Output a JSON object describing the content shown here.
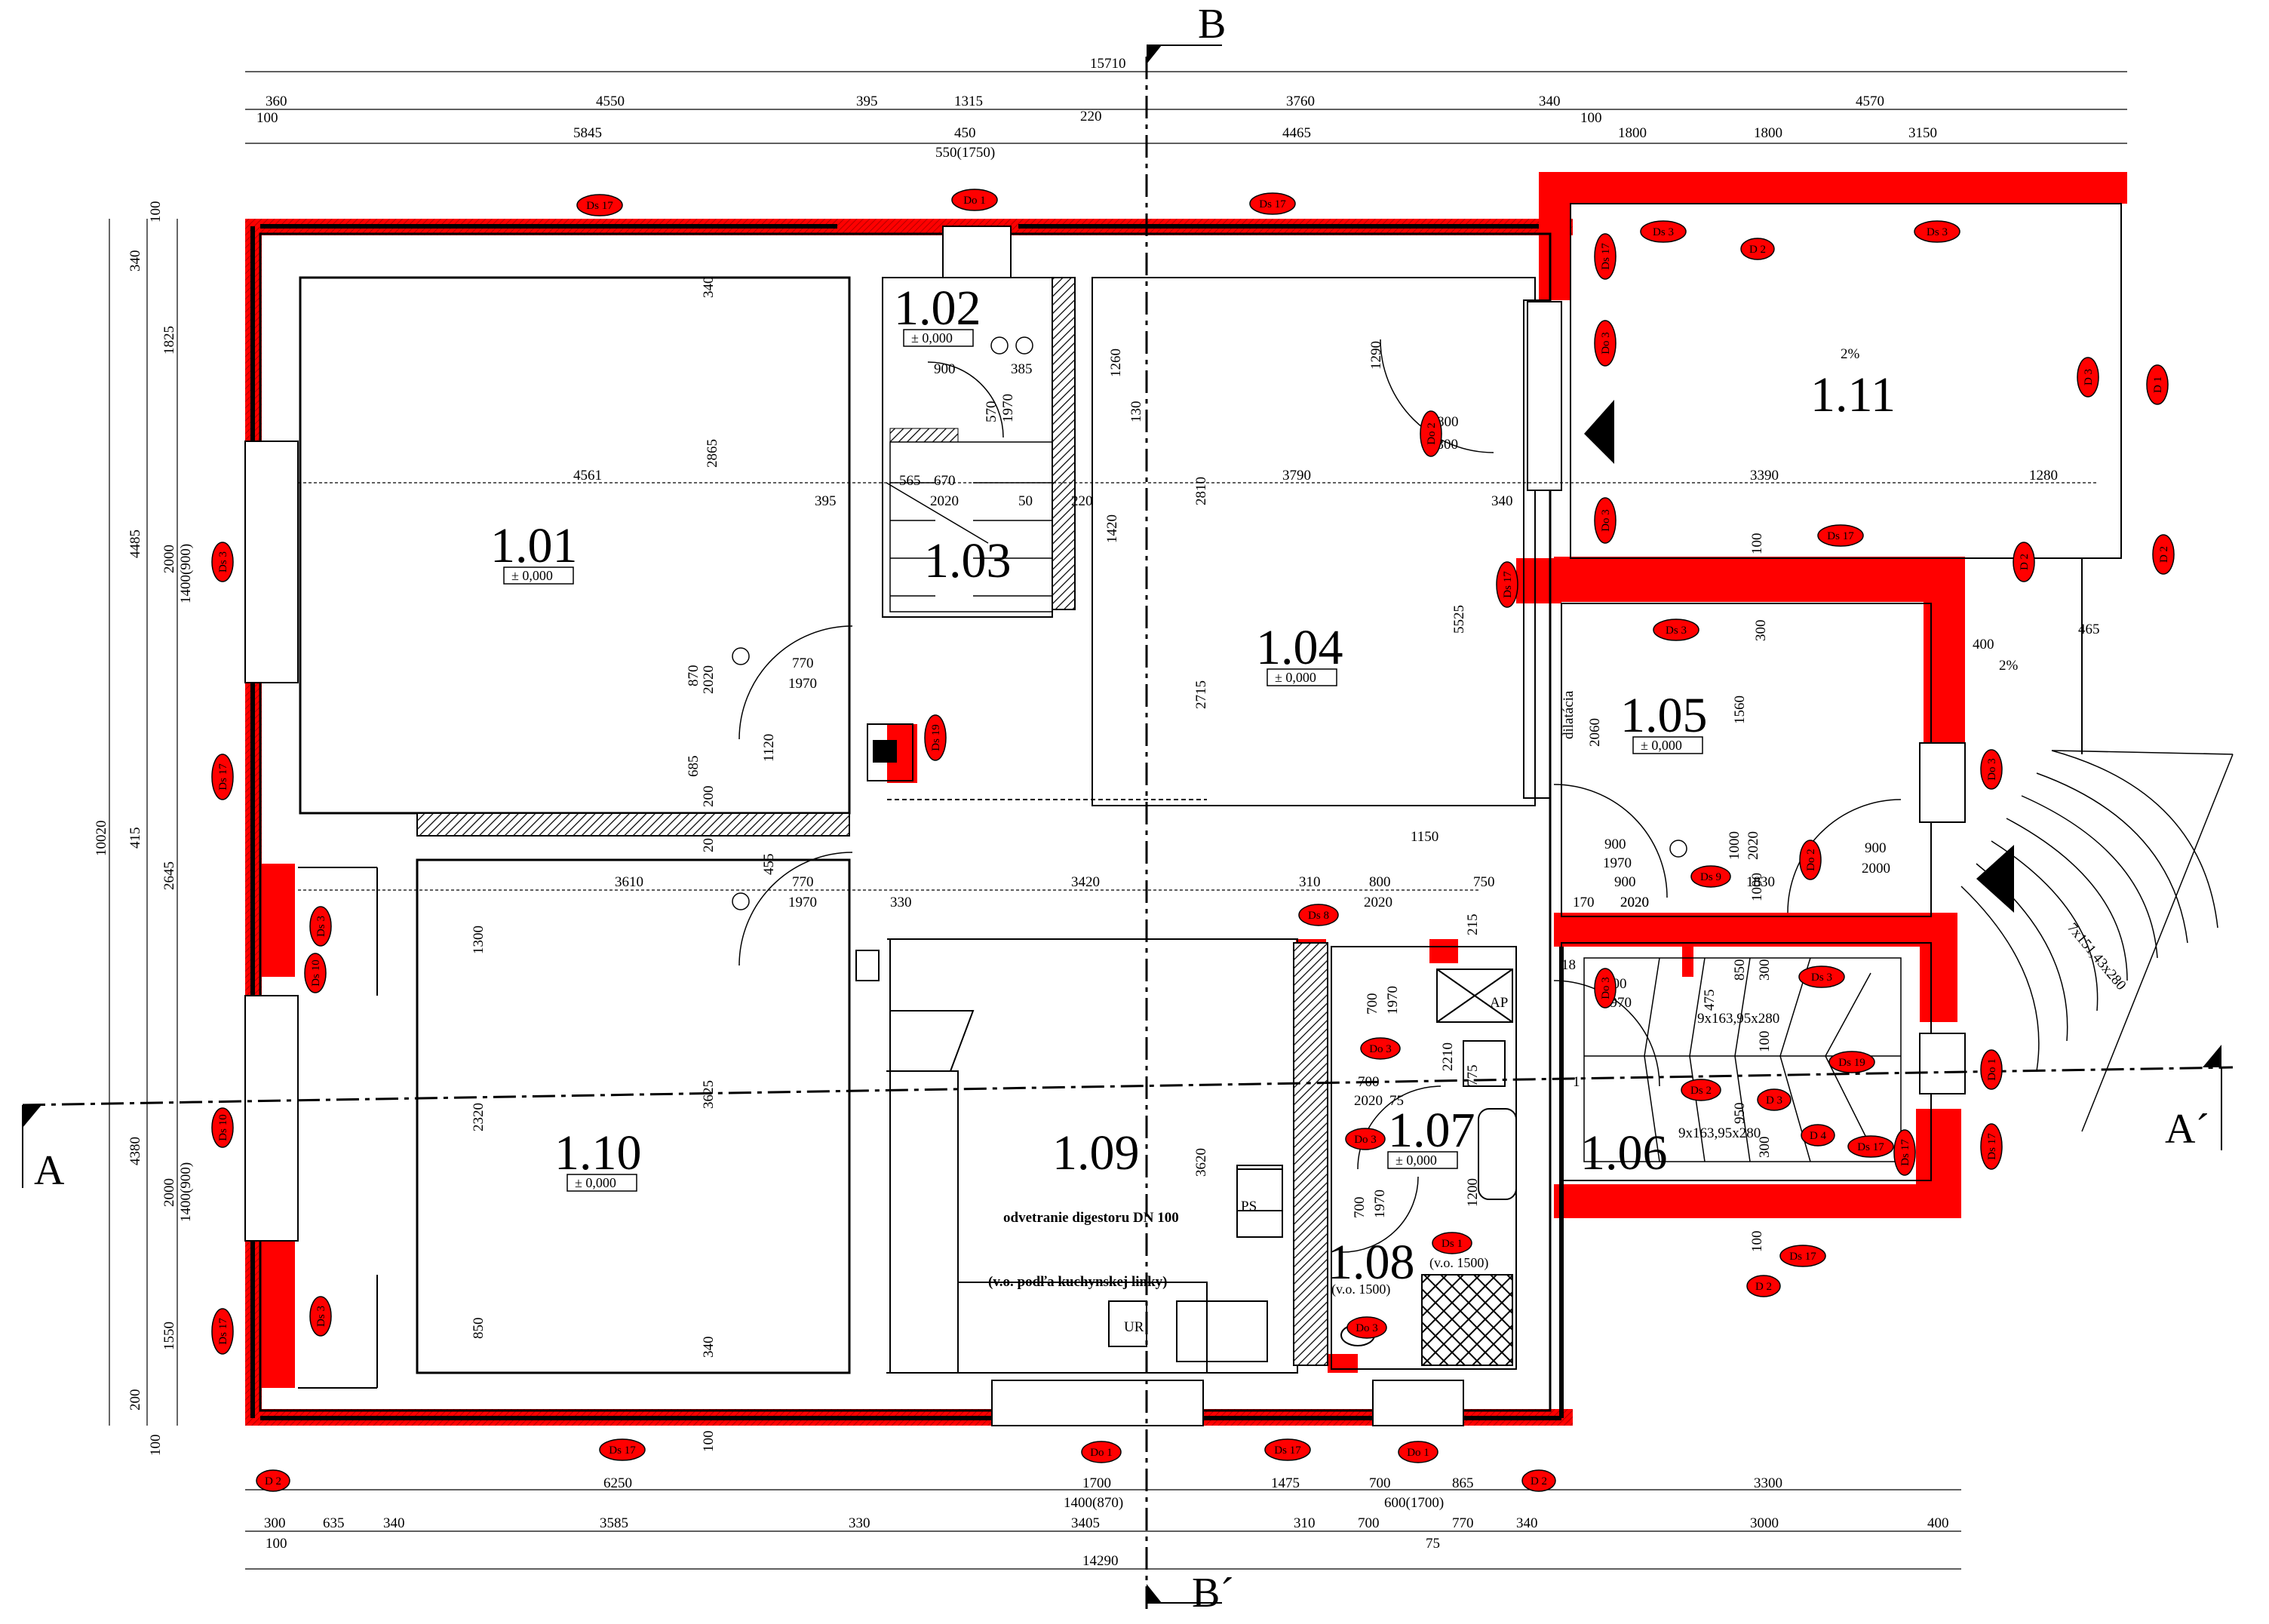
{
  "section_marks": {
    "b_top": "B",
    "b_bottom": "B´",
    "a_left": "A",
    "a_right": "A´"
  },
  "rooms": [
    {
      "id": "101",
      "label": "1.01",
      "level": "± 0,000"
    },
    {
      "id": "102",
      "label": "1.02",
      "level": "± 0,000"
    },
    {
      "id": "103",
      "label": "1.03"
    },
    {
      "id": "104",
      "label": "1.04",
      "level": "± 0,000"
    },
    {
      "id": "105",
      "label": "1.05",
      "level": "± 0,000"
    },
    {
      "id": "106",
      "label": "1.06"
    },
    {
      "id": "107",
      "label": "1.07",
      "level": "± 0,000"
    },
    {
      "id": "108",
      "label": "1.08",
      "level": "(v.o. 1500)"
    },
    {
      "id": "109",
      "label": "1.09"
    },
    {
      "id": "110",
      "label": "1.10",
      "level": "± 0,000"
    },
    {
      "id": "111",
      "label": "1.11"
    }
  ],
  "notes": {
    "hood": "odvetranie digestoru DN 100",
    "kitchen": "(v.o. podľa kuchynskej linky)",
    "dilatation": "dilatácia",
    "ur": "UR",
    "ps": "PS",
    "ap": "AP",
    "v1500": "(v.o. 1500)",
    "slope1": "2%",
    "slope2": "2%",
    "stair1": "9x163,95x280",
    "stair2": "9x163,95x280",
    "ramp": "7x151,43x280"
  },
  "dims_top": {
    "overall": "15710",
    "r1": [
      "360",
      "4550",
      "395",
      "1315",
      "220",
      "3760",
      "340",
      "4570"
    ],
    "r1b": [
      "100",
      "100"
    ],
    "r2": [
      "5845",
      "450",
      "4465",
      "1800",
      "3150"
    ],
    "r3": "550(1750)"
  },
  "dims_bottom": {
    "r1": [
      "6250",
      "1700",
      "1475",
      "700",
      "865",
      "3300"
    ],
    "r1b": "1400(870)",
    "r1c": "600(1700)",
    "r2": [
      "300",
      "635",
      "340",
      "3585",
      "330",
      "3405",
      "310",
      "700",
      "770",
      "340",
      "3000",
      "400"
    ],
    "r2b": [
      "100",
      "75"
    ],
    "overall": "14290"
  },
  "dims_left": {
    "overall": "10020",
    "r1": [
      "100",
      "340",
      "1825",
      "4485",
      "415",
      "4380",
      "200",
      "100"
    ],
    "r2": [
      "2000",
      "1400(900)",
      "2645",
      "2000",
      "1400(900)",
      "1550"
    ]
  },
  "dims_inner": [
    "4561",
    "3790",
    "3390",
    "1280",
    "3610",
    "3420",
    "2865",
    "870",
    "2020",
    "685",
    "200",
    "20",
    "455",
    "3625",
    "1300",
    "2320",
    "850",
    "340",
    "100",
    "340",
    "2810",
    "2715",
    "3620",
    "5525",
    "1260",
    "130",
    "1420",
    "1290",
    "800",
    "2300",
    "900",
    "385",
    "570",
    "1970",
    "565",
    "670",
    "2020",
    "50",
    "220",
    "395",
    "340",
    "770",
    "1970",
    "1120",
    "770",
    "1970",
    "330",
    "310",
    "800",
    "2020",
    "750",
    "1150",
    "215",
    "700",
    "1970",
    "2210",
    "775",
    "700",
    "2020",
    "75",
    "700",
    "1970",
    "1200",
    "1000",
    "2020",
    "1560",
    "2060",
    "900",
    "1970",
    "900",
    "2020",
    "1830",
    "900",
    "2000",
    "170",
    "2020",
    "18",
    "700",
    "1970",
    "475",
    "850",
    "300",
    "100",
    "950",
    "300",
    "1800",
    "465",
    "400",
    "300",
    "1000",
    "100",
    "100",
    "1"
  ],
  "tags": [
    "Ds 17",
    "Do 1",
    "Ds 17",
    "Ds 3",
    "Ds 3",
    "D 2",
    "Ds 17",
    "Do 3",
    "Do 2",
    "Do 3",
    "D 3",
    "D 1",
    "Ds 17",
    "D 2",
    "D 2",
    "Ds 17",
    "Ds 3",
    "Ds 19",
    "Ds 17",
    "Ds 3",
    "Ds 10",
    "Ds 3",
    "Ds 10",
    "Ds 17",
    "Ds 3",
    "Do 3",
    "Ds 8",
    "Do 3",
    "Ds 9",
    "Ds 17",
    "Do 2",
    "Do 3",
    "Ds 1",
    "Do 3",
    "Ds 2",
    "D 3",
    "Ds 19",
    "Ds 3",
    "Ds 17",
    "Do 1",
    "D 4",
    "Ds 17",
    "Ds 1",
    "D 2",
    "Ds 17",
    "Do 1",
    "Ds 17",
    "Do 1",
    "D 2",
    "Do 3",
    "Ds 17",
    "D 2",
    "Ds 9",
    "Ds 10",
    "Do 3",
    "Do 1"
  ],
  "colors": {
    "wall": "#000000",
    "insulation": "#ff0000",
    "hatch": "#000000"
  }
}
